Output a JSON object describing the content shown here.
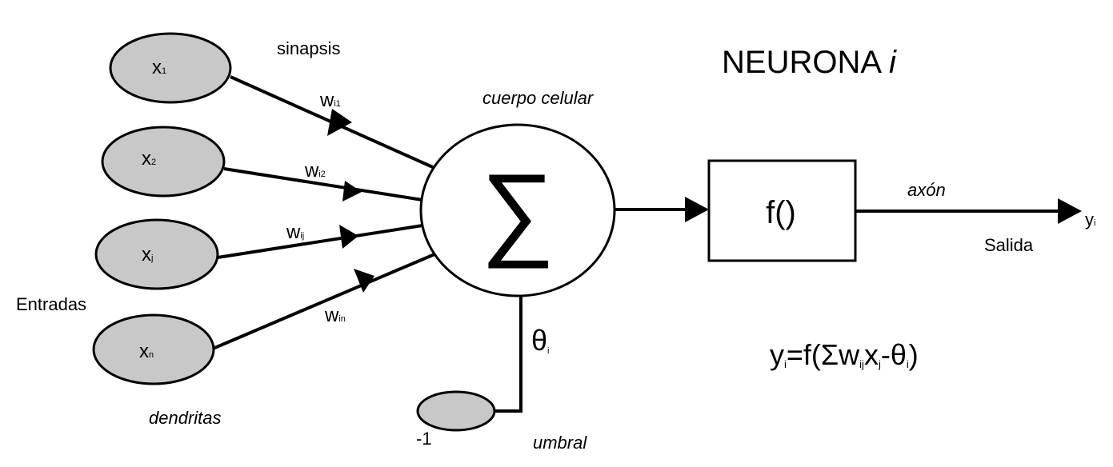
{
  "title": {
    "main": "NEURONA ",
    "italic": "i"
  },
  "labels": {
    "sinapsis": "sinapsis",
    "cuerpo_celular": "cuerpo celular",
    "entradas": "Entradas",
    "dendritas": "dendritas",
    "umbral": "umbral",
    "axon": "axón",
    "salida": "Salida",
    "minus_one": "-1"
  },
  "inputs": [
    {
      "symbol": "x",
      "sub": "1"
    },
    {
      "symbol": "x",
      "sub": "2"
    },
    {
      "symbol": "x",
      "sub": "j"
    },
    {
      "symbol": "x",
      "sub": "n"
    }
  ],
  "weights": [
    {
      "symbol": "w",
      "sub": "i1"
    },
    {
      "symbol": "w",
      "sub": "i2"
    },
    {
      "symbol": "w",
      "sub": "ij"
    },
    {
      "symbol": "w",
      "sub": "in"
    }
  ],
  "sum_symbol": "∑",
  "function_label": "f()",
  "theta": {
    "symbol": "θ",
    "sub": "i"
  },
  "output": {
    "symbol": "y",
    "sub": "i"
  },
  "formula": [
    {
      "t": "y",
      "s": false
    },
    {
      "t": "i",
      "s": true
    },
    {
      "t": "=f(Σw",
      "s": false
    },
    {
      "t": "ij",
      "s": true
    },
    {
      "t": "x",
      "s": false
    },
    {
      "t": "j",
      "s": true
    },
    {
      "t": "-θ",
      "s": false
    },
    {
      "t": "i",
      "s": true
    },
    {
      "t": ")",
      "s": false
    }
  ],
  "colors": {
    "node_fill": "#c8c8c8",
    "stroke": "#000000",
    "background": "#ffffff"
  }
}
